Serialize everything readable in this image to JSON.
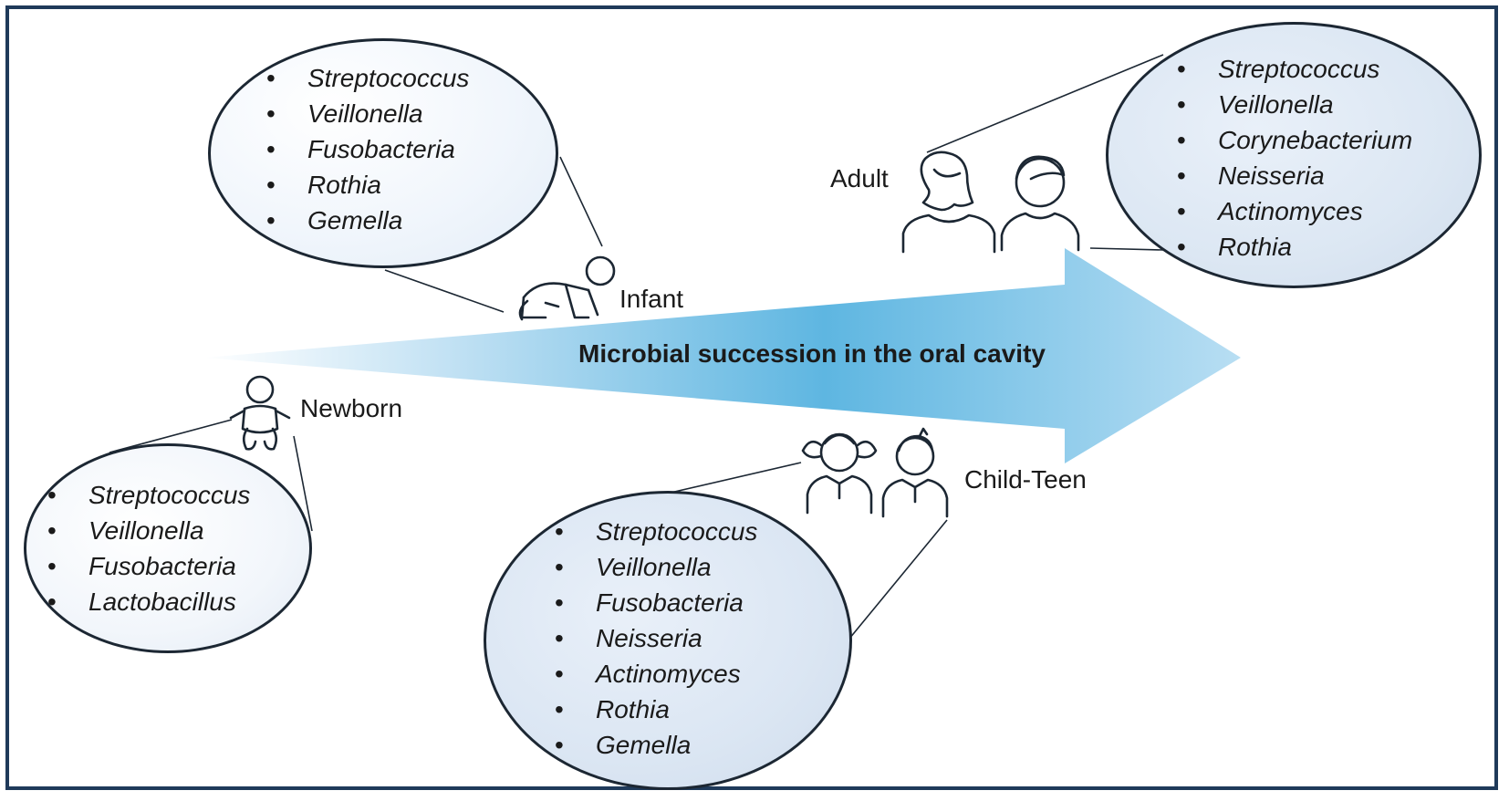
{
  "arrow": {
    "label": "Microbial succession in the oral cavity"
  },
  "stages": {
    "newborn": {
      "label": "Newborn",
      "genera": [
        "Streptococcus",
        "Veillonella",
        "Fusobacteria",
        "Lactobacillus"
      ]
    },
    "infant": {
      "label": "Infant",
      "genera": [
        "Streptococcus",
        "Veillonella",
        "Fusobacteria",
        "Rothia",
        "Gemella"
      ]
    },
    "child_teen": {
      "label": "Child-Teen",
      "genera": [
        "Streptococcus",
        "Veillonella",
        "Fusobacteria",
        "Neisseria",
        "Actinomyces",
        "Rothia",
        "Gemella"
      ]
    },
    "adult": {
      "label": "Adult",
      "genera": [
        "Streptococcus",
        "Veillonella",
        "Corynebacterium",
        "Neisseria",
        "Actinomyces",
        "Rothia"
      ]
    }
  },
  "colors": {
    "frame": "#1f3a5a",
    "arrow_light": "#dbeef9",
    "arrow_dark": "#5bb4e0",
    "bubble_fill_light": "#f1f6fc",
    "bubble_fill_dark": "#dbe7f4"
  },
  "icons": [
    "baby-icon",
    "crawling-infant-icon",
    "girl-icon",
    "boy-icon",
    "woman-icon",
    "man-icon"
  ]
}
